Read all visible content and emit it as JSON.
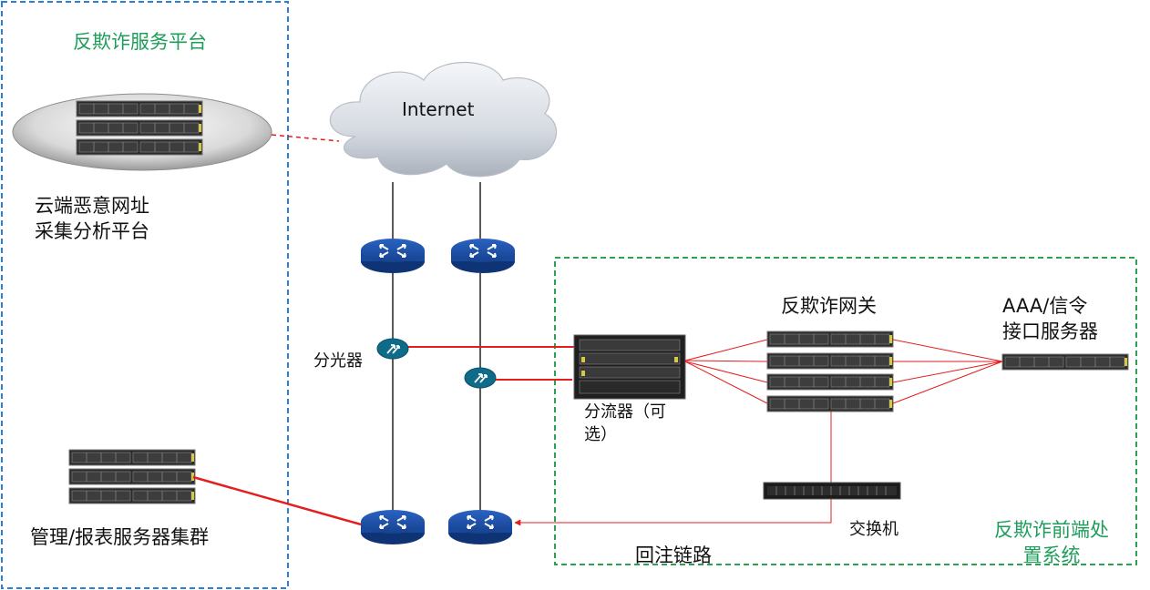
{
  "labels": {
    "anti_fraud_platform": "反欺诈服务平台",
    "cloud_platform": "云端恶意网址\n采集分析平台",
    "internet": "Internet",
    "splitter": "分光器",
    "shunt": "分流器（可\n选）",
    "gateway": "反欺诈网关",
    "aaa": "AAA/信令\n接口服务器",
    "switch": "交换机",
    "frontend_system": "反欺诈前端处\n置系统",
    "injection_link": "回注链路",
    "report_cluster": "管理/报表服务器集群"
  },
  "colors": {
    "platform_border": "#2f7fd6",
    "frontend_border": "#2aa24f",
    "link_red": "#e41e1e",
    "router_blue": "#1d4fa3",
    "splitter_teal": "#0e6c8a",
    "title_green": "#1e9e5a"
  }
}
